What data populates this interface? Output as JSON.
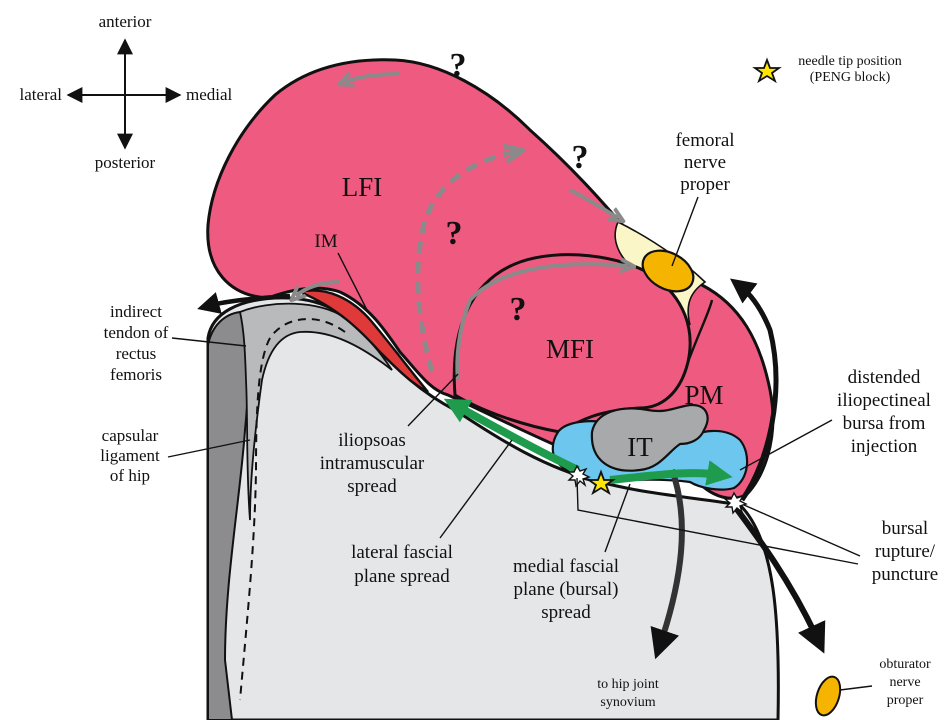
{
  "orientation": {
    "anterior": "anterior",
    "posterior": "posterior",
    "lateral": "lateral",
    "medial": "medial"
  },
  "legend": {
    "line1": "needle tip position",
    "line2": "(PENG block)"
  },
  "structures": {
    "lfi": "LFI",
    "mfi": "MFI",
    "pm": "PM",
    "it": "IT",
    "im": "IM"
  },
  "question_mark": "?",
  "labels": {
    "femoral_nerve": [
      "femoral",
      "nerve",
      "proper"
    ],
    "indirect_tendon": [
      "indirect",
      "tendon of",
      "rectus",
      "femoris"
    ],
    "capsular_ligament": [
      "capsular",
      "ligament",
      "of hip"
    ],
    "iliopsoas_spread": [
      "iliopsoas",
      "intramuscular",
      "spread"
    ],
    "lateral_spread": [
      "lateral fascial",
      "plane spread"
    ],
    "medial_spread": [
      "medial fascial",
      "plane (bursal)",
      "spread"
    ],
    "distended_bursa": [
      "distended",
      "iliopectineal",
      "bursa from",
      "injection"
    ],
    "bursal_rupture": [
      "bursal",
      "rupture/",
      "puncture"
    ],
    "hip_joint": [
      "to hip joint",
      "synovium"
    ],
    "obturator_nerve": [
      "obturator",
      "nerve",
      "proper"
    ]
  },
  "colors": {
    "muscle": "#ef5b80",
    "iliacus_minor": "#e0393a",
    "bone": "#e5e6e8",
    "capsule": "#8c8c8e",
    "tendon": "#b9babc",
    "bursa": "#6cc6ee",
    "nerve": "#f5b400",
    "fascia": "#fbf6c8",
    "arrow_green": "#1f9b4e",
    "tendon_it": "#a8a9ab",
    "star": "#ffe600"
  }
}
